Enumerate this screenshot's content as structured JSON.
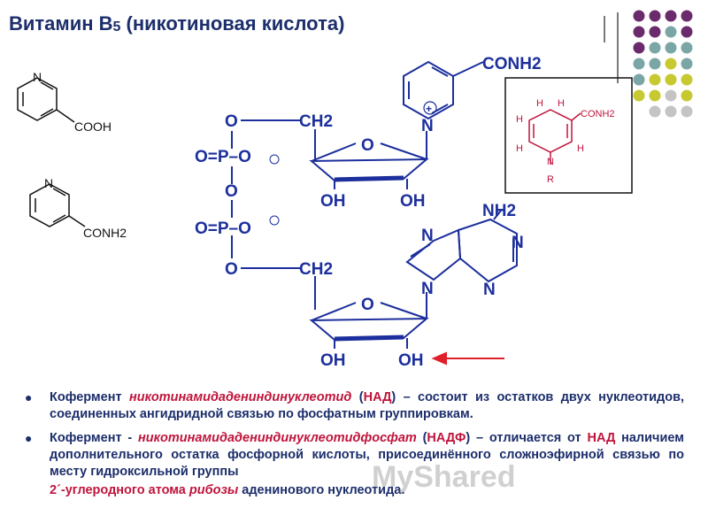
{
  "title": {
    "main": "Витамин В",
    "sub": "5",
    "rest": " (никотиновая кислота)"
  },
  "colors": {
    "title": "#1c2e6b",
    "structure_blue": "#1c2f9c",
    "highlight_red": "#c0143c",
    "dot_purple": "#6b2a6b",
    "dot_teal": "#7aa6a6",
    "dot_yellow": "#c8c831",
    "dot_gray": "#c4c4c4"
  },
  "small_structures": {
    "acid": {
      "n": "N",
      "group": "COOH"
    },
    "amide": {
      "n": "N",
      "group": "CONH2"
    }
  },
  "main_structure": {
    "o_top": "O",
    "ch2_top": "CH2",
    "p1": "O=P–O",
    "o_mid": "O",
    "p2": "O=P–O",
    "o_low": "O",
    "ch2_low": "CH2",
    "ring_o1": "O",
    "oh1a": "OH",
    "oh1b": "OH",
    "ring_o2": "O",
    "oh2a": "OH",
    "oh2b": "OH",
    "nic_group": "CONH2",
    "nic_n": "N",
    "plus": "+",
    "nh2": "NH2",
    "adenine_n": [
      "N",
      "N",
      "N",
      "N"
    ]
  },
  "inset": {
    "h1": "H",
    "h2": "H",
    "h3": "H",
    "h4": "H",
    "h5": "H",
    "group": "CONH2",
    "n": "N",
    "r": "R"
  },
  "body": {
    "p1": {
      "a": "Кофермент ",
      "b": "никотинамидадениндинуклеотид",
      "c": " (",
      "d": "НАД",
      "e": ") – состоит из остатков двух нуклеотидов, соединенных ангидридной связью по фосфатным группировкам."
    },
    "p2": {
      "a": "Кофермент - ",
      "b": "никотинамидадениндинуклеотидфосфат",
      "c": " (",
      "d": "НАДФ",
      "e": ") – отличается от ",
      "f": "НАД",
      "g": " наличием дополнительного остатка фосфорной кислоты, присоединённого сложноэфирной связью по месту гидроксильной группы"
    },
    "p3": {
      "a": "2´-углеродного атома ",
      "b": "рибозы",
      "c": " аденинового нуклеотида."
    }
  },
  "watermark": "MyShared"
}
